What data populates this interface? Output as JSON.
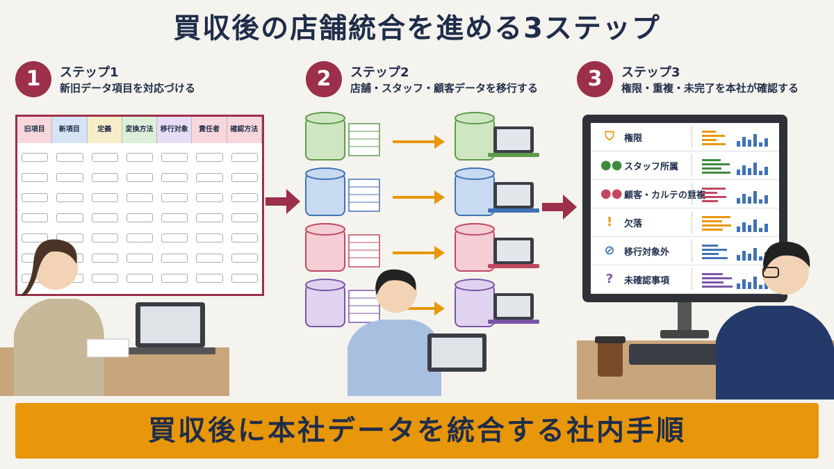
{
  "title": "買収後の店舗統合を進める3ステップ",
  "steps": [
    {
      "num": "1",
      "label": "ステップ1",
      "desc": "新旧データ項目を対応づける"
    },
    {
      "num": "2",
      "label": "ステップ2",
      "desc": "店舗・スタッフ・顧客データを移行する"
    },
    {
      "num": "3",
      "label": "ステップ3",
      "desc": "権限・重複・未完了を本社が確認する"
    }
  ],
  "sheet_columns": [
    "旧項目",
    "新項目",
    "定義",
    "変換方法",
    "移行対象",
    "責任者",
    "確認方法"
  ],
  "sheet_column_colors": [
    "#f7d6dc",
    "#d6e3f5",
    "#f6ecc8",
    "#dcefd8",
    "#e6dcf3",
    "#f7d6dc",
    "#f7d6dc"
  ],
  "migration_rows": [
    {
      "name": "store",
      "color": "#5e9a4a",
      "fill": "#cfe6c3"
    },
    {
      "name": "staff",
      "color": "#3f72b5",
      "fill": "#c8daf1"
    },
    {
      "name": "customer",
      "color": "#c0485f",
      "fill": "#f4cdd5"
    },
    {
      "name": "record",
      "color": "#7a55a8",
      "fill": "#e0d3f0"
    }
  ],
  "dashboard": [
    {
      "label": "権限",
      "icon": "shield-icon",
      "color": "#e8960a"
    },
    {
      "label": "スタッフ所属",
      "icon": "people-icon",
      "color": "#3f8a3c"
    },
    {
      "label": "顧客・カルテの重複",
      "icon": "people-icon",
      "color": "#c0485f"
    },
    {
      "label": "欠落",
      "icon": "exclamation-icon",
      "color": "#e8960a"
    },
    {
      "label": "移行対象外",
      "icon": "prohibited-icon",
      "color": "#3f72b5"
    },
    {
      "label": "未確認事項",
      "icon": "question-icon",
      "color": "#7a55a8"
    }
  ],
  "banner": "買収後に本社データを統合する社内手順",
  "colors": {
    "accent": "#9c2f4a",
    "banner": "#e8960a",
    "navy": "#1f2d4a",
    "arrow_orange": "#e8960a"
  }
}
